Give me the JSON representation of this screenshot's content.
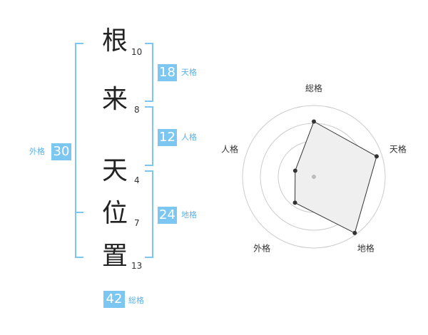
{
  "name_chars": [
    {
      "char": "根",
      "strokes": "10"
    },
    {
      "char": "来",
      "strokes": "8"
    },
    {
      "char": "天",
      "strokes": "4"
    },
    {
      "char": "位",
      "strokes": "7"
    },
    {
      "char": "置",
      "strokes": "13"
    }
  ],
  "kaku": {
    "tenkaku": {
      "label": "天格",
      "value": "18"
    },
    "jinkaku": {
      "label": "人格",
      "value": "12"
    },
    "chikaku": {
      "label": "地格",
      "value": "24"
    },
    "gaikaku": {
      "label": "外格",
      "value": "30"
    },
    "soukaku": {
      "label": "総格",
      "value": "42"
    }
  },
  "colors": {
    "accent": "#7cc7f2",
    "accent_text": "#58b3ea",
    "polygon_fill": "#efefef",
    "polygon_stroke": "#333333",
    "grid": "#cccccc"
  },
  "chart_data": {
    "type": "radar",
    "axes": [
      "総格",
      "天格",
      "地格",
      "外格",
      "人格"
    ],
    "scale": [
      0,
      4
    ],
    "values": [
      3.1,
      3.7,
      3.9,
      1.8,
      1.1
    ],
    "rings": 4
  }
}
